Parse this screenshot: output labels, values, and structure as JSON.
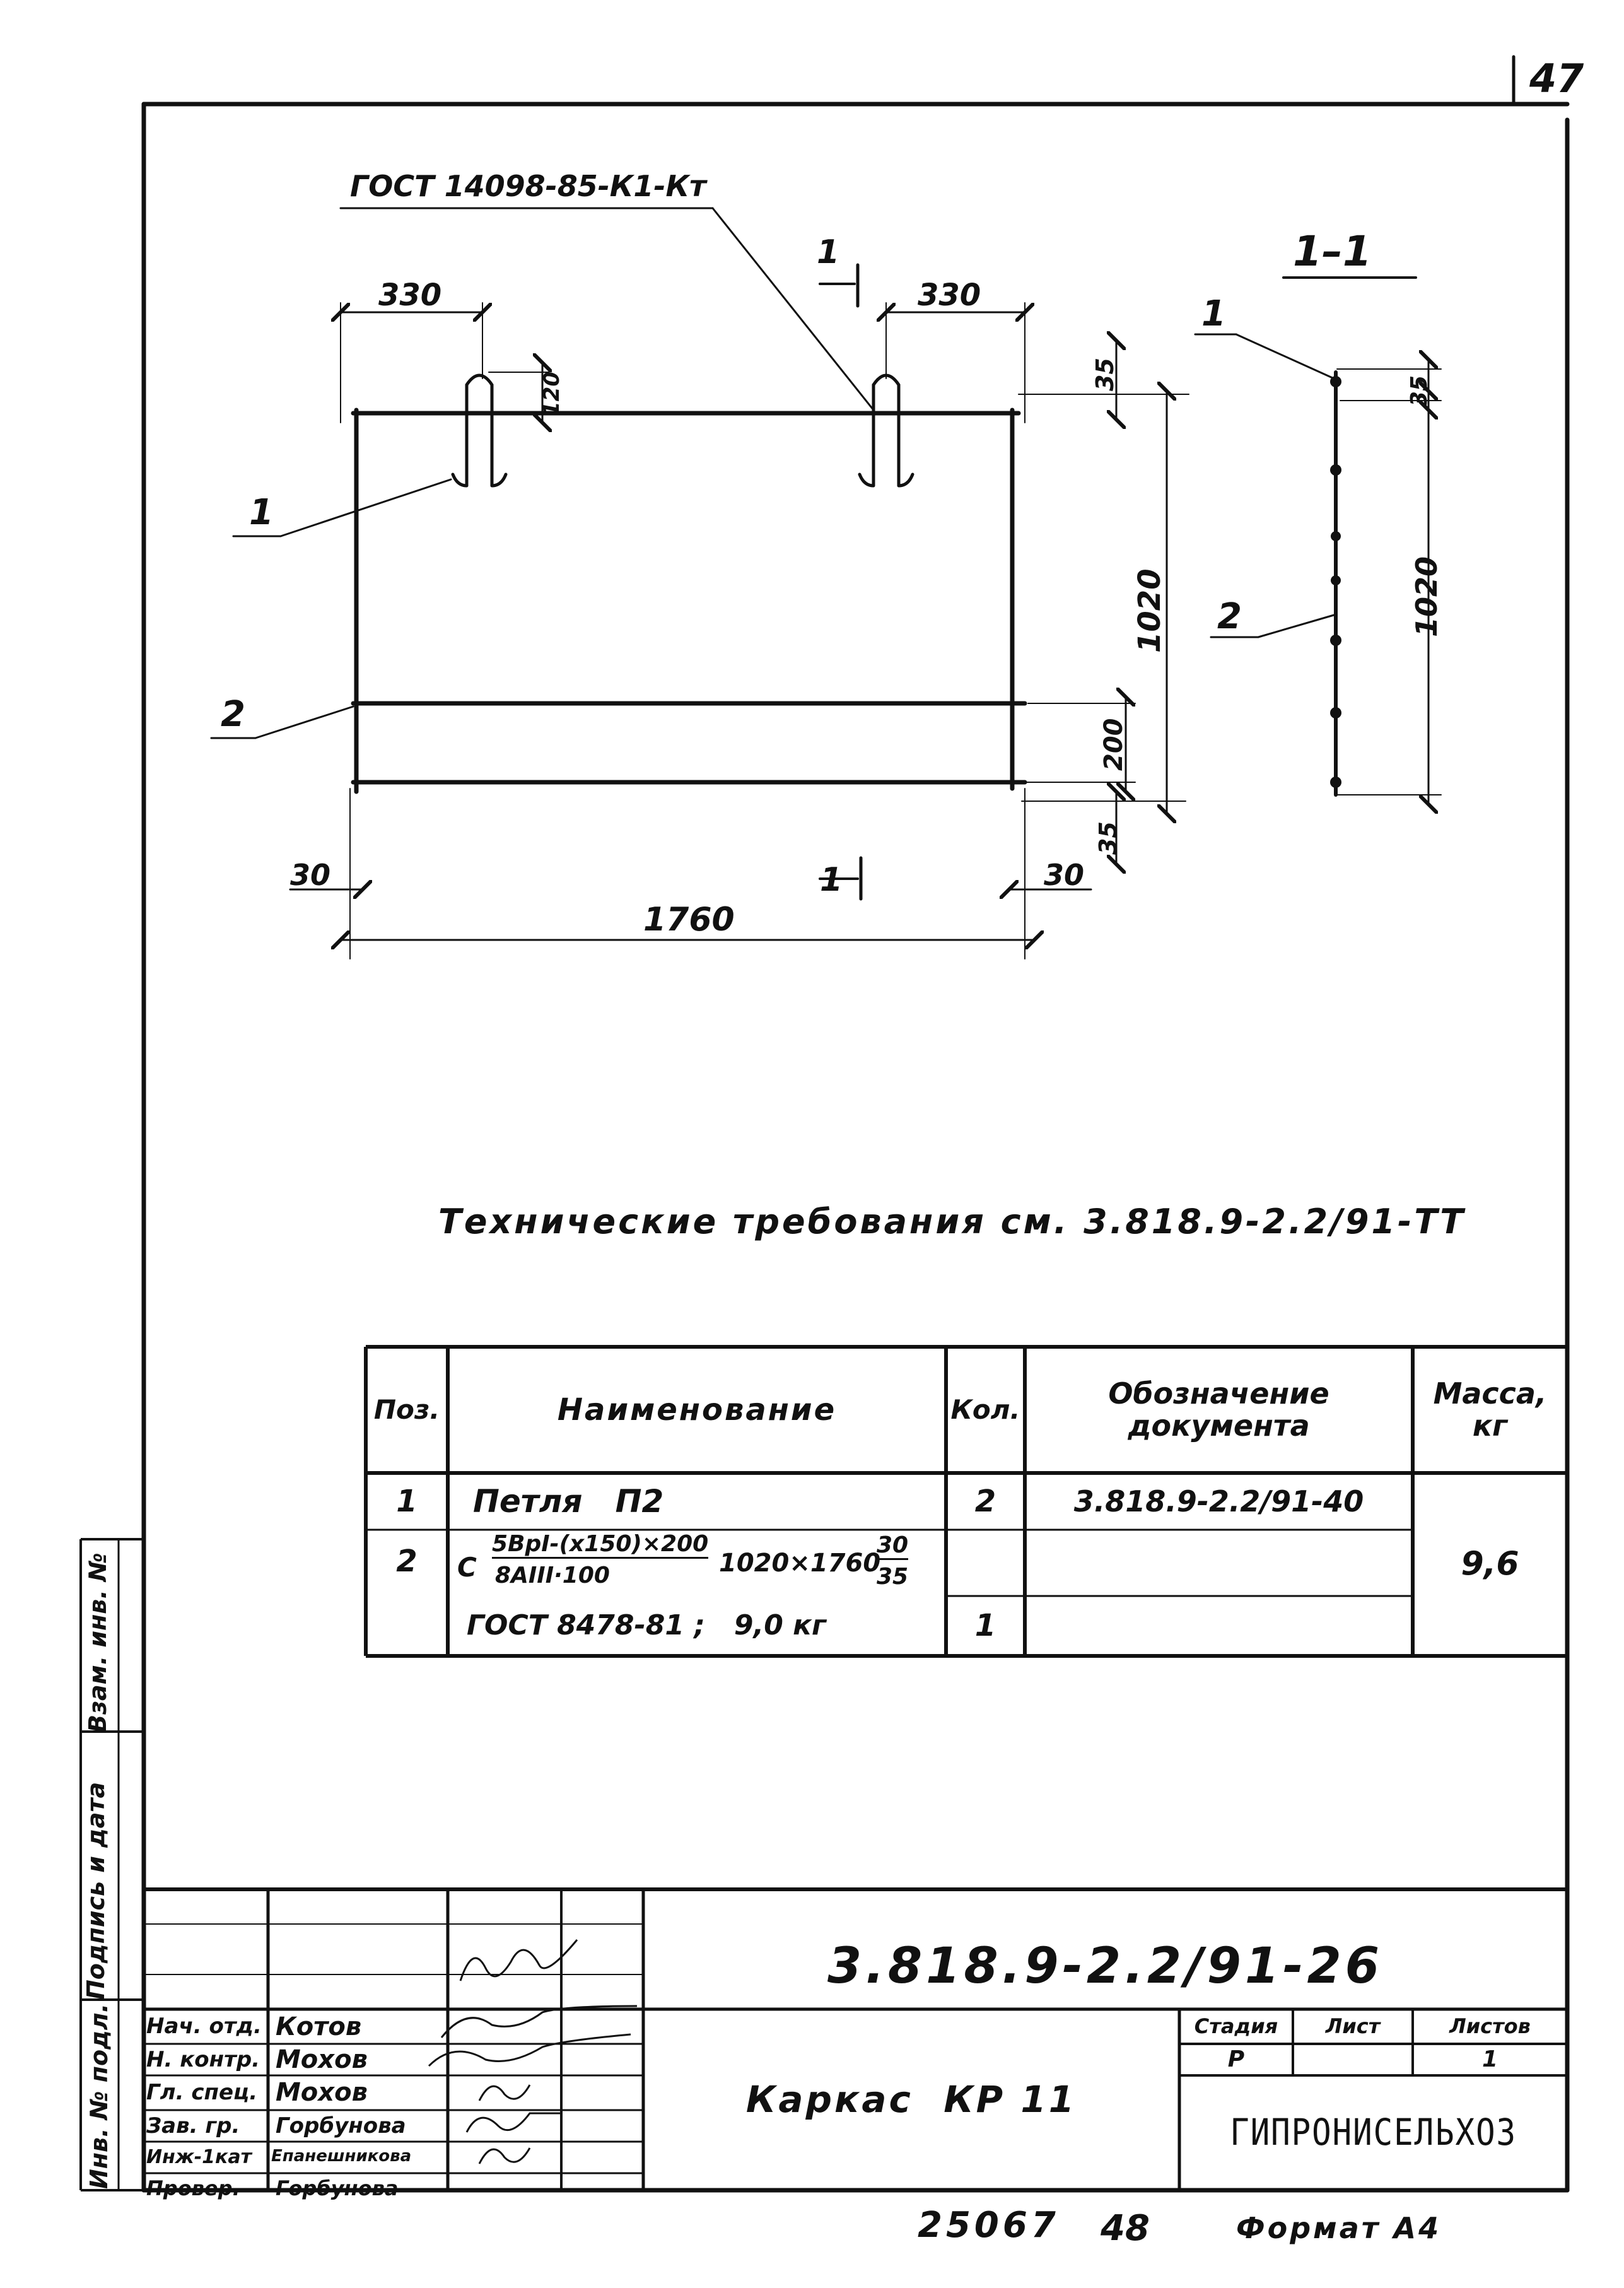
{
  "page_number": "47",
  "drawing": {
    "gost_callout": "ГОСТ 14098-85-К1-Кт",
    "section_label": "1–1",
    "cut_mark": "1",
    "dims": {
      "d330_left": "330",
      "d330_right": "330",
      "d120": "120",
      "d35_top": "35",
      "d1020": "1020",
      "d200": "200",
      "d35_bottom": "35",
      "d30_left": "30",
      "d30_right": "30",
      "d1760": "1760",
      "s_d35": "35",
      "s_d1020": "1020"
    },
    "positions": {
      "pos1": "1",
      "pos2": "2",
      "s_pos1": "1",
      "s_pos2": "2"
    }
  },
  "tech_requirements": "Технические требования см. 3.818.9-2.2/91-ТТ",
  "spec_table": {
    "headers": {
      "pos": "Поз.",
      "name": "Наименование",
      "qty": "Кол.",
      "designation_line1": "Обозначение",
      "designation_line2": "документа",
      "mass_line1": "Масса,",
      "mass_line2": "кг"
    },
    "rows": [
      {
        "pos": "1",
        "name": "Петля   П2",
        "qty": "2",
        "designation": "3.818.9-2.2/91-40"
      },
      {
        "pos": "2",
        "name_prefix": "С",
        "name_numerator": "5ВрI-(х150)×200",
        "name_denominator": "8АIII·100",
        "name_size": "1020×1760",
        "name_frac_num": "30",
        "name_frac_den": "35",
        "qty": "",
        "designation": ""
      },
      {
        "pos": "",
        "name": "ГОСТ 8478-81 ;   9,0 кг",
        "qty": "1",
        "designation": ""
      }
    ],
    "mass": "9,6"
  },
  "side_stamp": {
    "vzam": "Взам. инв. №",
    "podpis": "Подпись и дата",
    "inv": "Инв. № подл."
  },
  "title_block": {
    "doc_code": "3.818.9-2.2/91-26",
    "roles": [
      {
        "role": "Нач. отд.",
        "name": "Котов"
      },
      {
        "role": "Н. контр.",
        "name": "Мохов"
      },
      {
        "role": "Гл. спец.",
        "name": "Мохов"
      },
      {
        "role": "Зав. гр.",
        "name": "Горбунова"
      },
      {
        "role": "Инж-1кат",
        "name": "Епанешникова"
      },
      {
        "role": "Провер.",
        "name": "Горбунова"
      }
    ],
    "title": "Каркас  КР 11",
    "stage_header": "Стадия",
    "sheet_header": "Лист",
    "sheets_header": "Листов",
    "stage": "Р",
    "sheet": "",
    "sheets": "1",
    "organization": "ГИПРОНИСЕЛЬХОЗ"
  },
  "footer": {
    "number": "25067",
    "sub": "48",
    "format": "Формат А4"
  }
}
